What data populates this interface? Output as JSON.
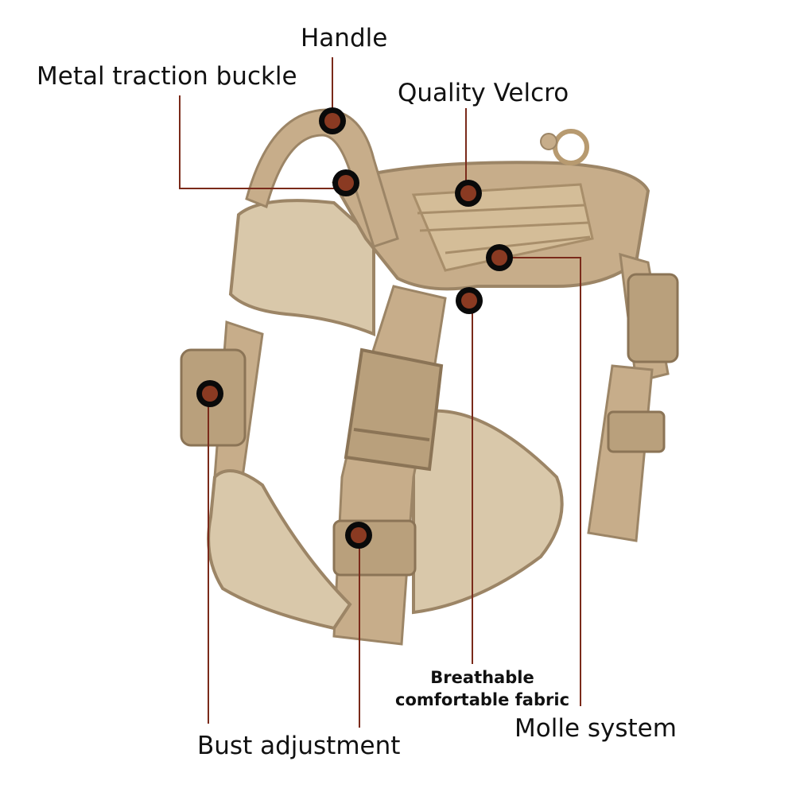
{
  "colors": {
    "leader_line": "#7a2a1a",
    "marker_ring": "#0a0a0a",
    "marker_fill": "#8a3a22",
    "harness": "#c7ad8a",
    "harness_dark": "#9c8566",
    "harness_light": "#e3d3b8",
    "lining": "#d9c8aa"
  },
  "labels": {
    "handle": "Handle",
    "metal_traction_buckle": "Metal traction buckle",
    "quality_velcro": "Quality Velcro",
    "breathable_line1": "Breathable",
    "breathable_line2": "comfortable fabric",
    "molle_system": "Molle system",
    "bust_adjustment": "Bust adjustment"
  }
}
